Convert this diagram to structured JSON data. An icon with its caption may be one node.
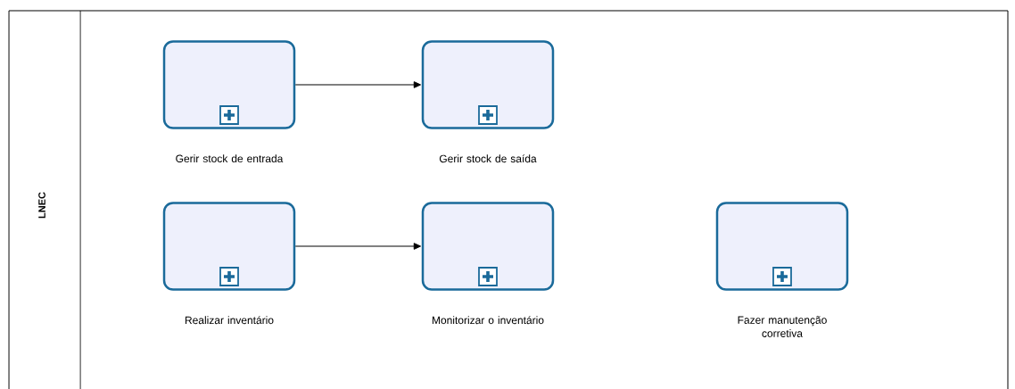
{
  "diagram": {
    "nodes": [
      {
        "text": [
          "LNEC"
        ]
      },
      {
        "text": [
          "Gerir stock de entrada"
        ],
        "in": 0
      },
      {
        "text": [
          "Gerir stock de saída"
        ],
        "in": 0
      },
      {
        "text": [
          "Realizar inventário"
        ],
        "in": 0
      },
      {
        "text": [
          "Monitorizar o inventário"
        ],
        "in": 0
      },
      {
        "text": [
          "Fazer manutenção corretiva"
        ],
        "in": 0
      }
    ],
    "edges": [
      {
        "from": 1,
        "to": 2,
        "arrow": "to"
      },
      {
        "from": 3,
        "to": 4,
        "arrow": "to"
      }
    ]
  }
}
